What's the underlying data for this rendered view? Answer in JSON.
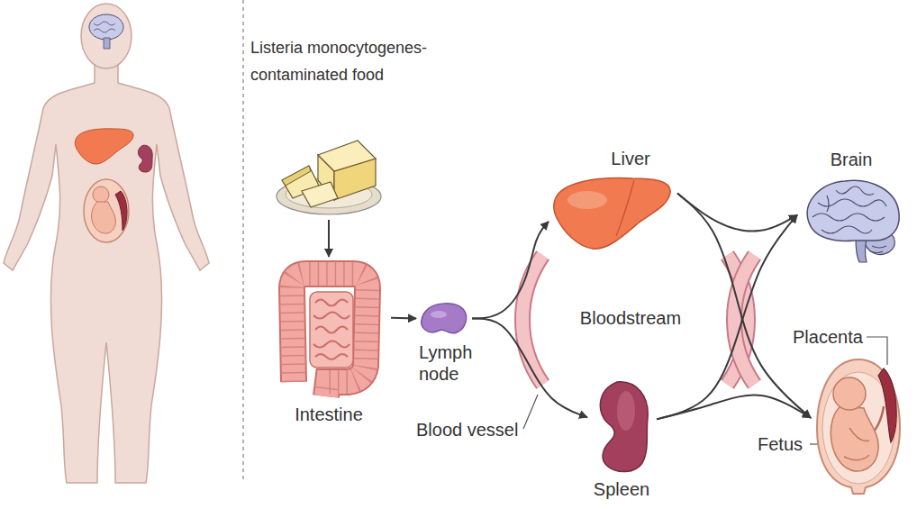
{
  "diagram": {
    "nodes": [
      {
        "text": [
          "Listeria monocytogenes-contaminated food"
        ]
      },
      {
        "text": [
          "Intestine"
        ]
      },
      {
        "text": [
          "Lymph node"
        ]
      },
      {
        "text": [
          "Liver"
        ]
      },
      {
        "text": [
          "Spleen"
        ]
      },
      {
        "text": [
          "Brain"
        ]
      },
      {
        "text": [
          "Placenta",
          "Fetus"
        ]
      }
    ],
    "edges": [
      {
        "from": 0,
        "to": 1,
        "arrow": "to"
      },
      {
        "from": 1,
        "to": 2,
        "arrow": "to"
      },
      {
        "from": 2,
        "to": 3,
        "arrow": "to"
      },
      {
        "from": 2,
        "to": 4,
        "arrow": "to"
      },
      {
        "from": 3,
        "to": 5,
        "arrow": "to"
      },
      {
        "from": 3,
        "to": 6,
        "arrow": "to"
      },
      {
        "from": 4,
        "to": 5,
        "arrow": "to"
      },
      {
        "from": 4,
        "to": 6,
        "arrow": "to"
      }
    ],
    "labels": [
      "Bloodstream",
      "Blood vessel"
    ]
  }
}
